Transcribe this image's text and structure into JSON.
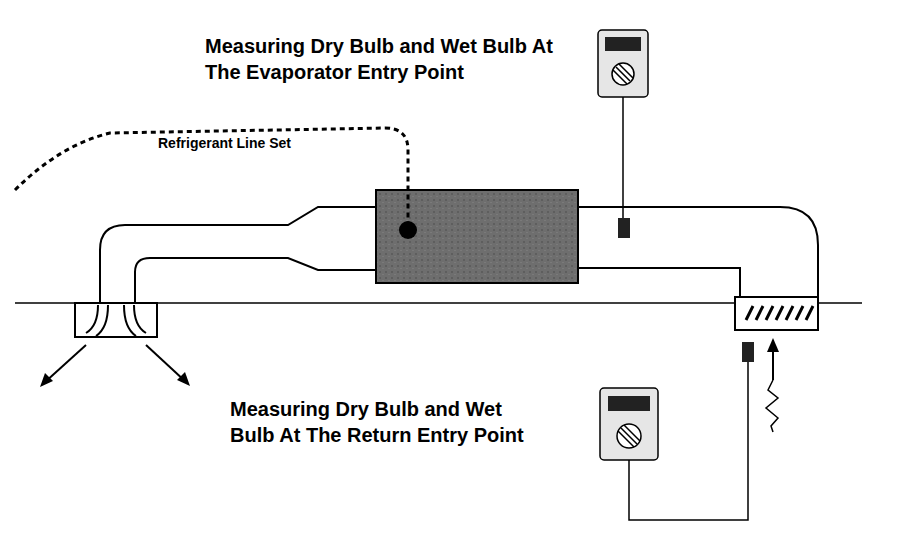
{
  "diagram": {
    "labels": [
      "Measuring Dry Bulb and Wet Bulb At The Evaporator Entry Point",
      "Refrigerant Line Set",
      "Measuring Dry Bulb and Wet Bulb At The Return Entry Point"
    ]
  }
}
